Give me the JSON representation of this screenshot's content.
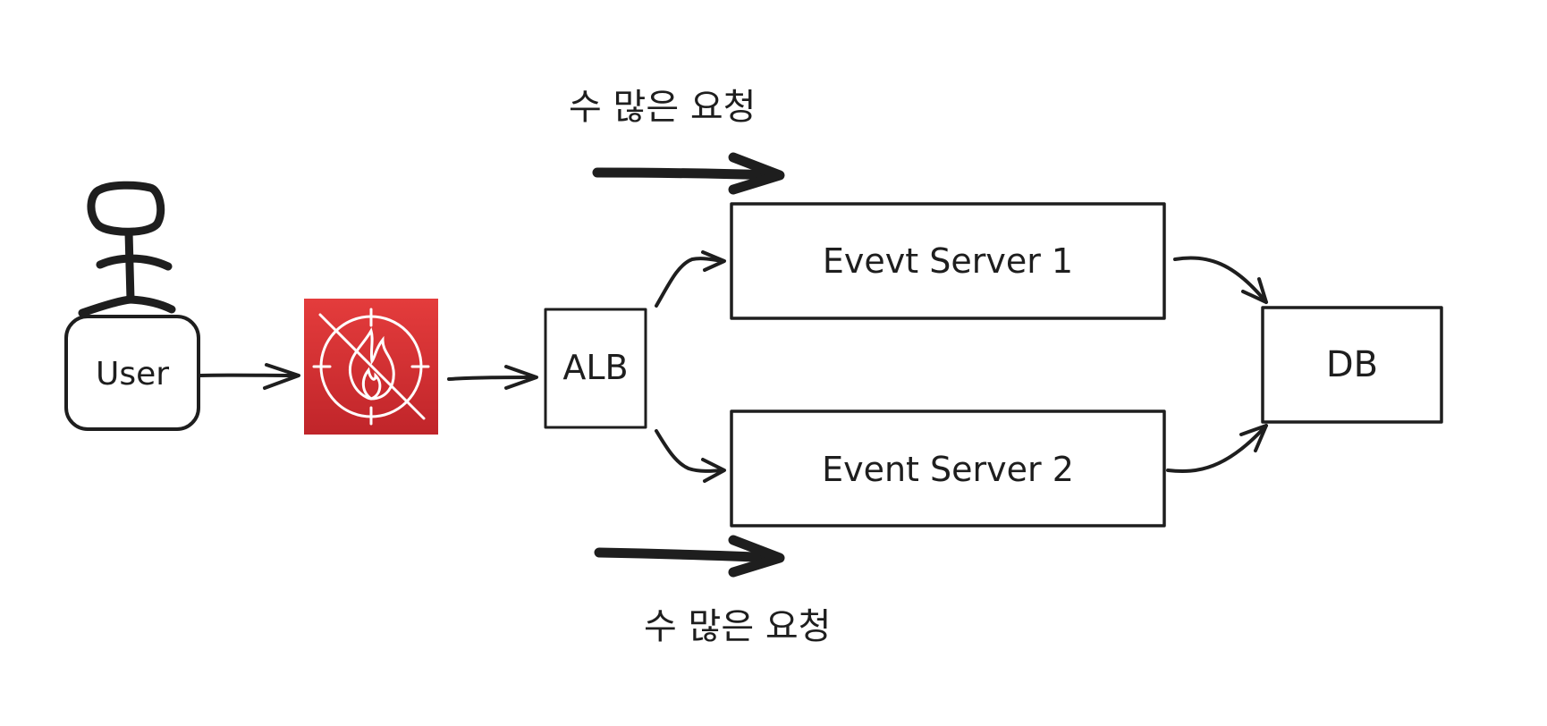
{
  "diagram": {
    "nodes": {
      "user": {
        "label": "User"
      },
      "waf": {
        "icon": "firewall-icon",
        "color": "#d32f2f"
      },
      "alb": {
        "label": "ALB"
      },
      "server1": {
        "label": "Evevt Server 1"
      },
      "server2": {
        "label": "Event Server 2"
      },
      "db": {
        "label": "DB"
      }
    },
    "annotations": {
      "top_traffic": "수 많은 요청",
      "bottom_traffic": "수 많은 요청"
    },
    "colors": {
      "stroke": "#1e1e1e",
      "waf_top": "#e0393a",
      "waf_bottom": "#c1262a"
    }
  }
}
